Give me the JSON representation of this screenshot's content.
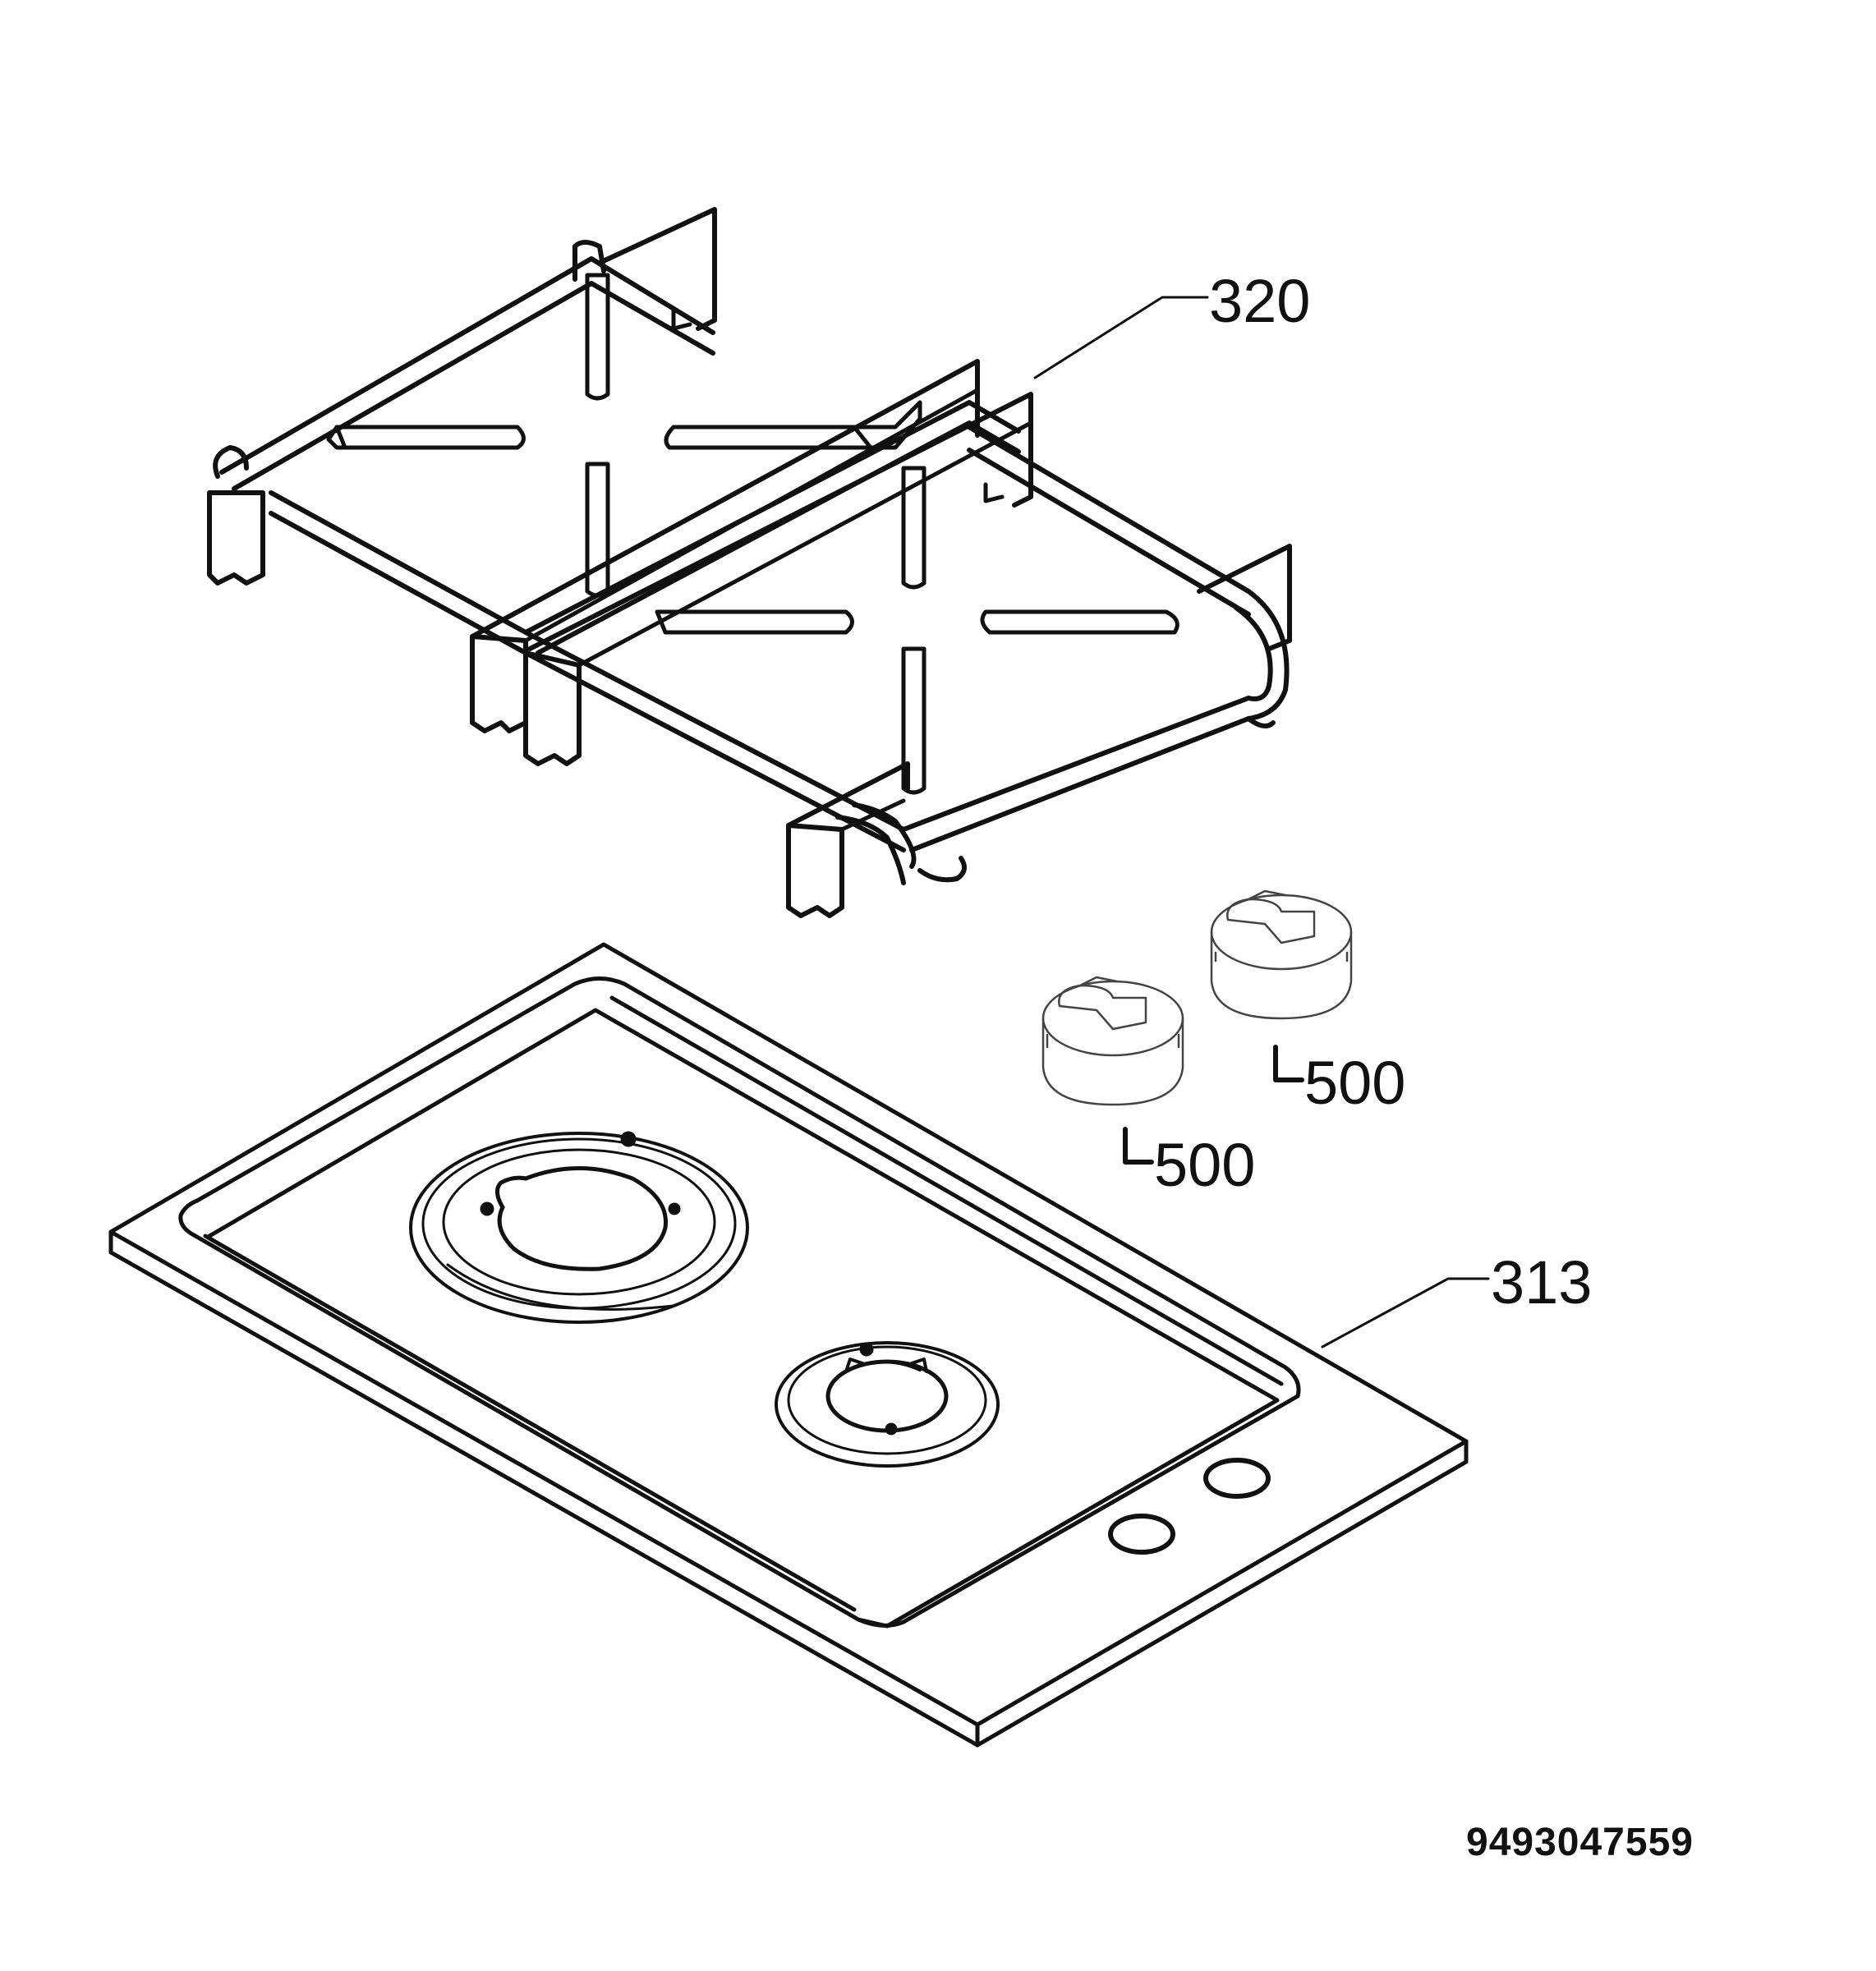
{
  "diagram": {
    "callouts": [
      {
        "id": "grate",
        "label": "320"
      },
      {
        "id": "hob",
        "label": "313"
      },
      {
        "id": "knob-right",
        "label": "500"
      },
      {
        "id": "knob-left",
        "label": "500"
      }
    ],
    "drawing_number": "9493047559",
    "line_color": "#111111",
    "background": "#ffffff"
  }
}
